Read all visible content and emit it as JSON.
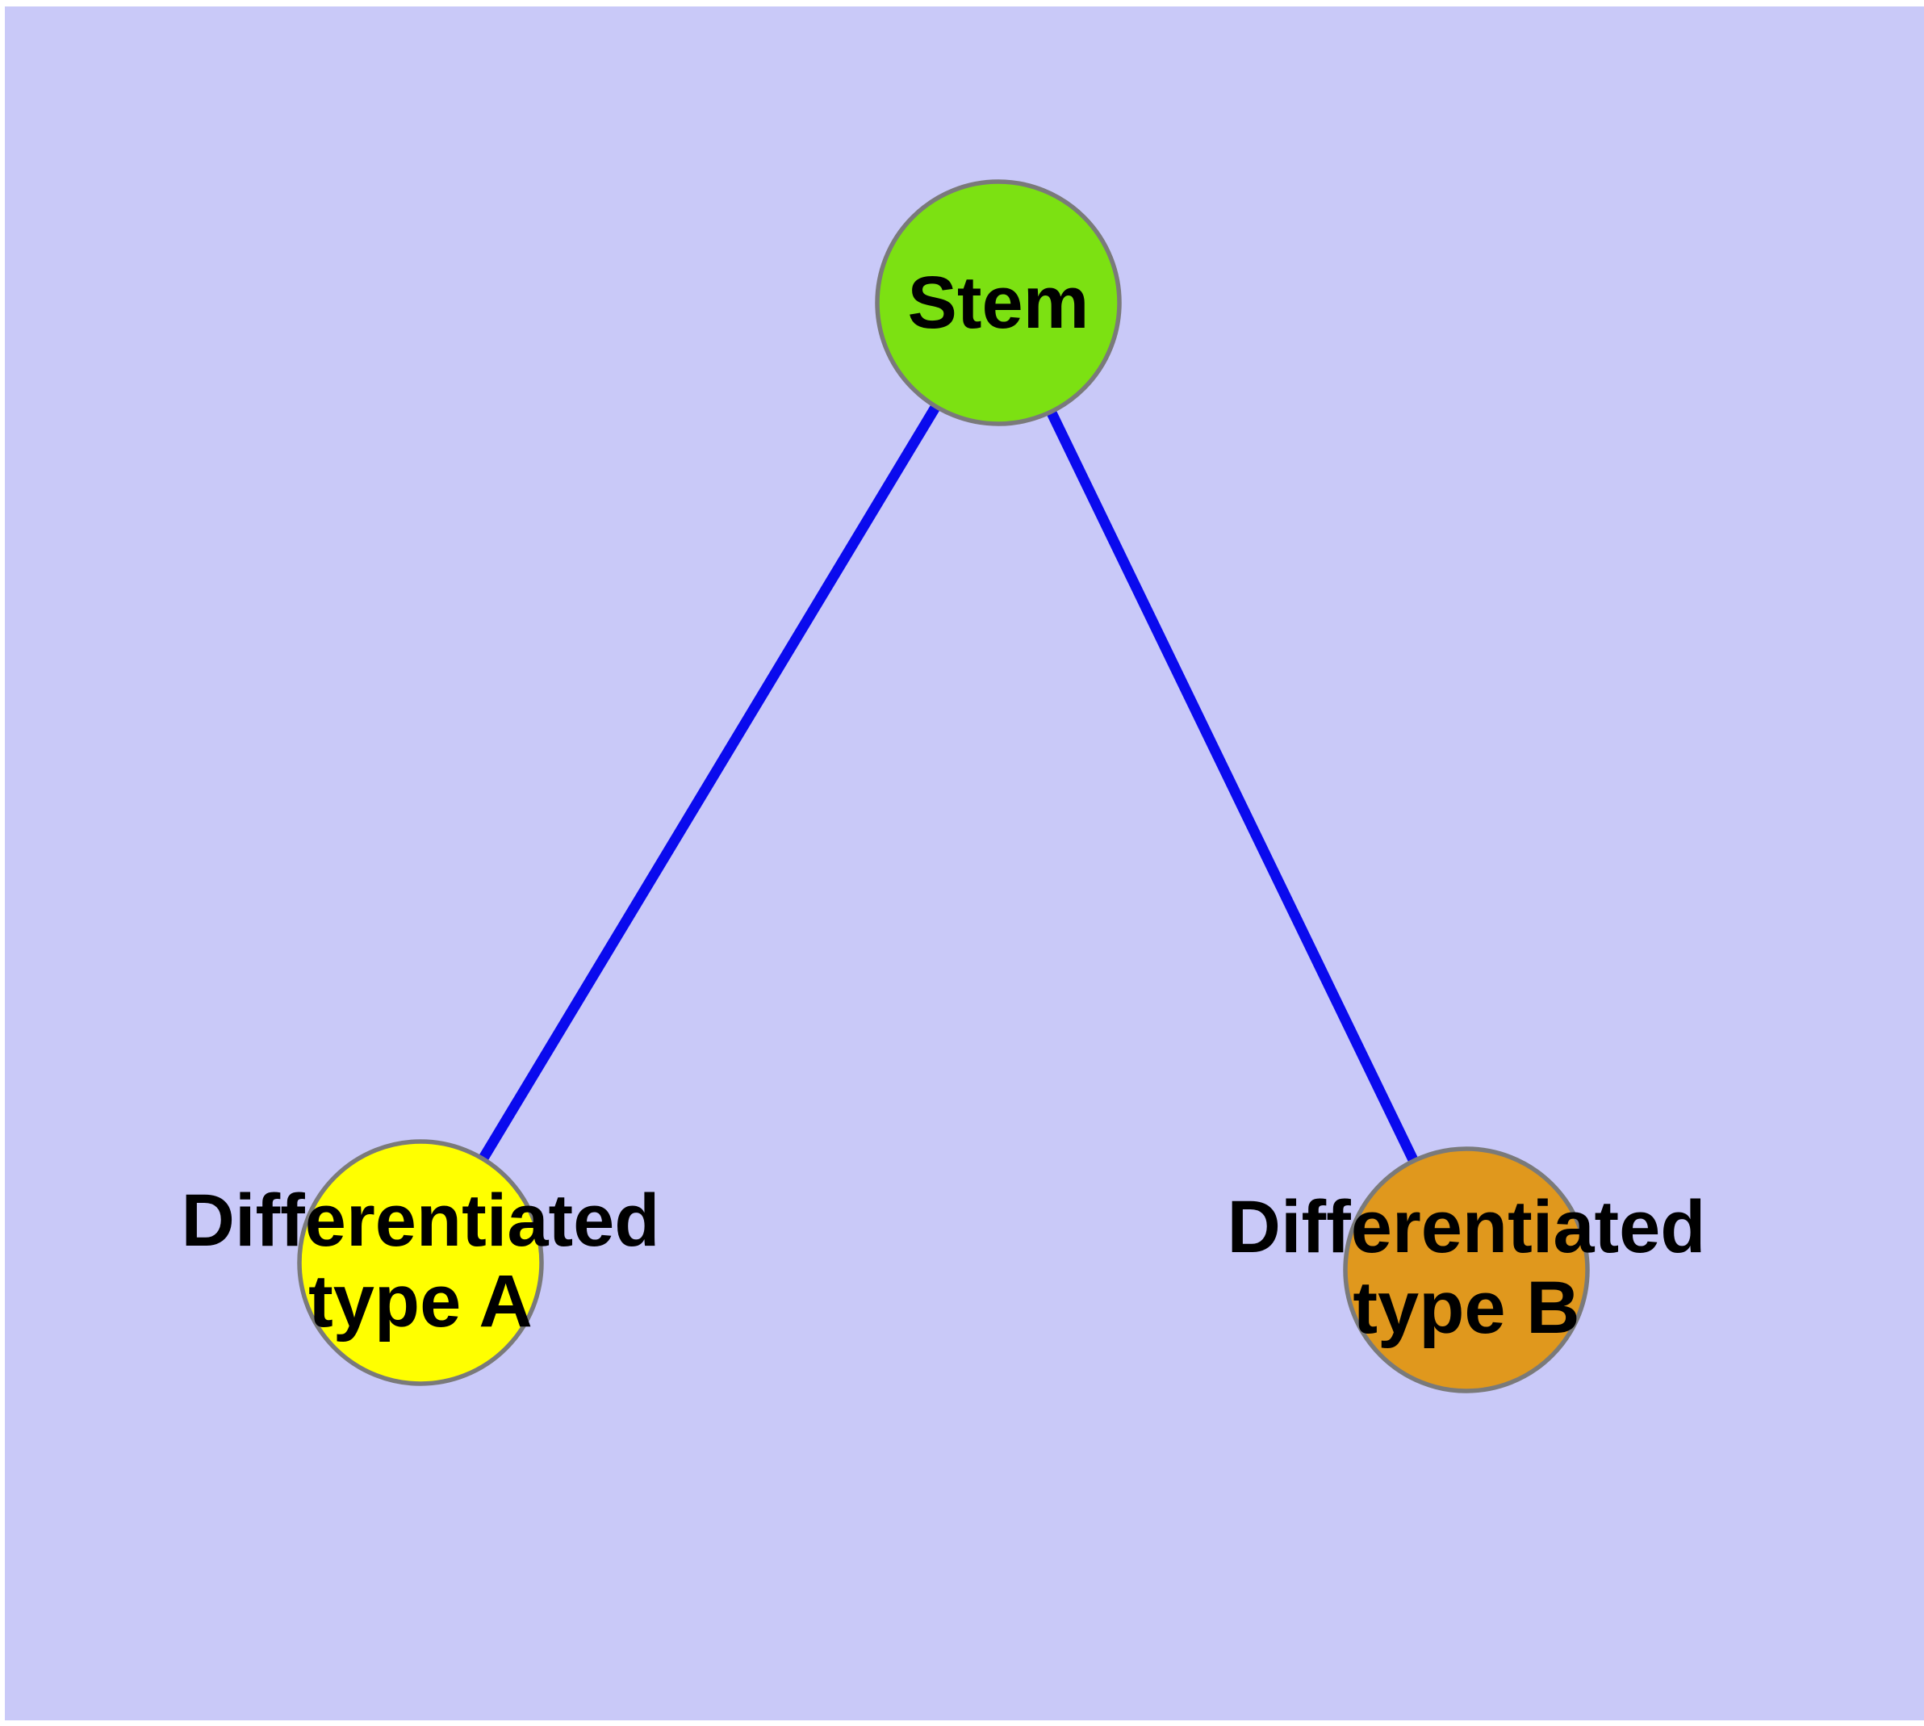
{
  "diagram": {
    "type": "graph",
    "background_color": "#c9c9f8",
    "page_background": "#ffffff",
    "node_border_color": "#7a7a7a",
    "edge_color": "#0a0aee",
    "label_color": "#000000",
    "nodes": [
      {
        "id": "stem",
        "label": "Stem",
        "fill_color": "#7ce112"
      },
      {
        "id": "differentiated-type-a",
        "label": "Differentiated\ntype A",
        "fill_color": "#ffff00"
      },
      {
        "id": "differentiated-type-b",
        "label": "Differentiated\ntype B",
        "fill_color": "#e0981d"
      }
    ],
    "edges": [
      {
        "from": "stem",
        "to": "differentiated-type-a"
      },
      {
        "from": "stem",
        "to": "differentiated-type-b"
      }
    ]
  }
}
